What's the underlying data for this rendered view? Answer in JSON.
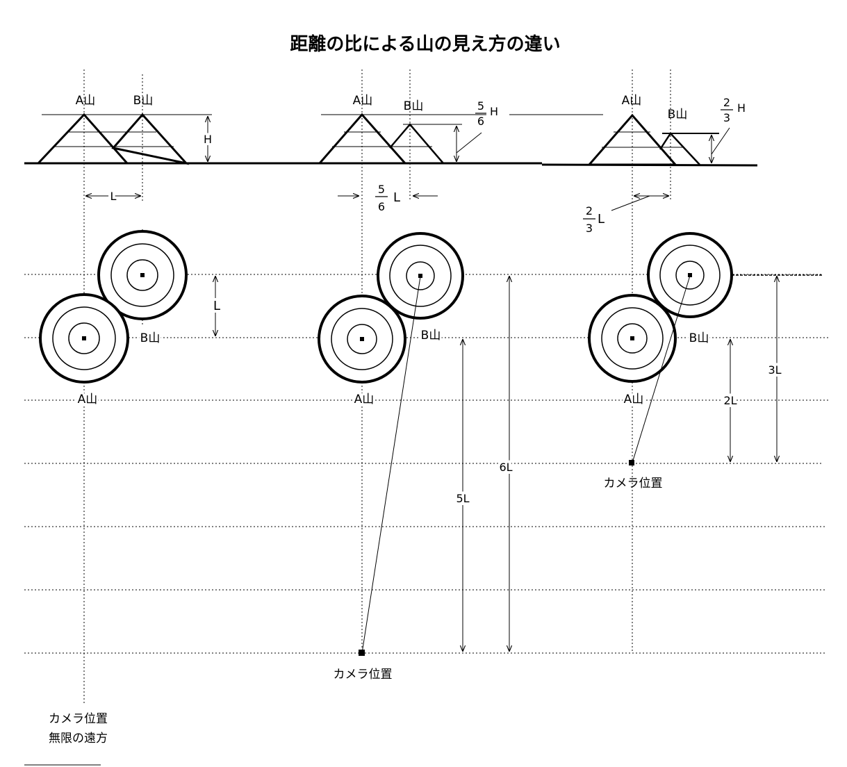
{
  "title": "距離の比による山の見え方の違い",
  "labels": {
    "mountain_a": "A山",
    "mountain_b": "B山",
    "height": "H",
    "length": "L",
    "camera_position": "カメラ位置",
    "infinite_distance": "無限の遠方",
    "frac_5_6": {
      "num": "5",
      "den": "6"
    },
    "frac_2_3": {
      "num": "2",
      "den": "3"
    },
    "dist_5L": "5L",
    "dist_6L": "6L",
    "dist_2L": "2L",
    "dist_3L": "3L"
  }
}
